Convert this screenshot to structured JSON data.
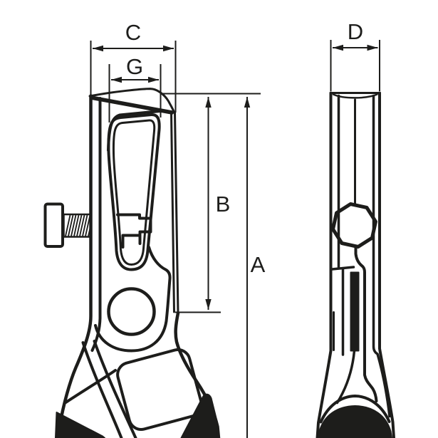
{
  "drawing": {
    "title": "wire-stripper-two-view-dimension-drawing",
    "views": {
      "left": "front-view",
      "right": "side-view"
    }
  },
  "dimensions": {
    "c": {
      "label": "C"
    },
    "g": {
      "label": "G"
    },
    "d": {
      "label": "D"
    },
    "b": {
      "label": "B"
    },
    "a": {
      "label": "A"
    }
  },
  "colors": {
    "ink": "#1d1d1b",
    "background": "#ffffff"
  }
}
